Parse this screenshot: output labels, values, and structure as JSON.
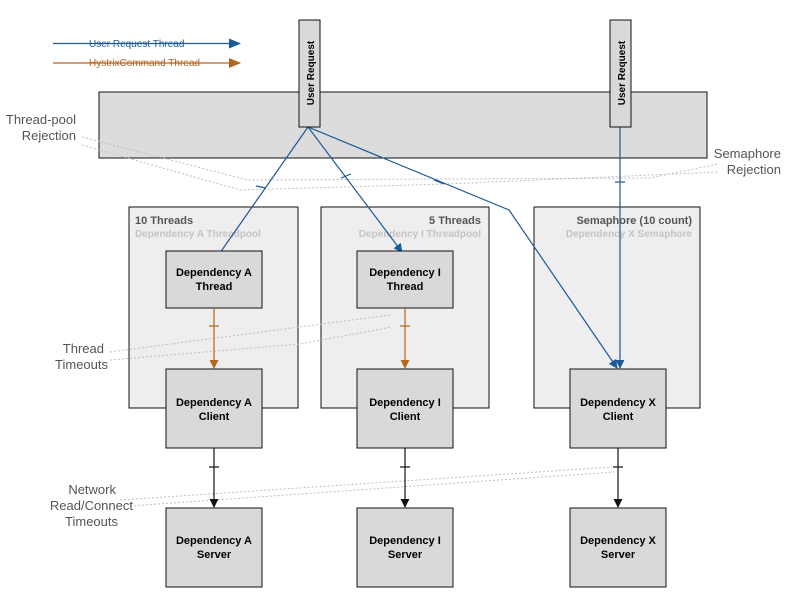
{
  "legend": {
    "user_thread": "User Request Thread",
    "hystrix_thread": "HystrixCommand Thread",
    "user_color": "#1e5a96",
    "hystrix_color": "#b4641e"
  },
  "user_request": "User Request",
  "side_labels": {
    "threadpool_rejection": [
      "Thread-pool",
      "Rejection"
    ],
    "semaphore_rejection": [
      "Semaphore",
      "Rejection"
    ],
    "thread_timeouts": [
      "Thread",
      "Timeouts"
    ],
    "network_timeouts": [
      "Network",
      "Read/Connect",
      "Timeouts"
    ]
  },
  "pools": [
    {
      "header": "10 Threads",
      "sub": "Dependency A Threadpool"
    },
    {
      "header": "5 Threads",
      "sub": "Dependency I Threadpool"
    },
    {
      "header": "Semaphore (10 count)",
      "sub": "Dependency X Semaphore"
    }
  ],
  "threads": [
    [
      "Dependency A",
      "Thread"
    ],
    [
      "Dependency I",
      "Thread"
    ]
  ],
  "clients": [
    [
      "Dependency A",
      "Client"
    ],
    [
      "Dependency I",
      "Client"
    ],
    [
      "Dependency X",
      "Client"
    ]
  ],
  "servers": [
    [
      "Dependency A",
      "Server"
    ],
    [
      "Dependency I",
      "Server"
    ],
    [
      "Dependency X",
      "Server"
    ]
  ]
}
